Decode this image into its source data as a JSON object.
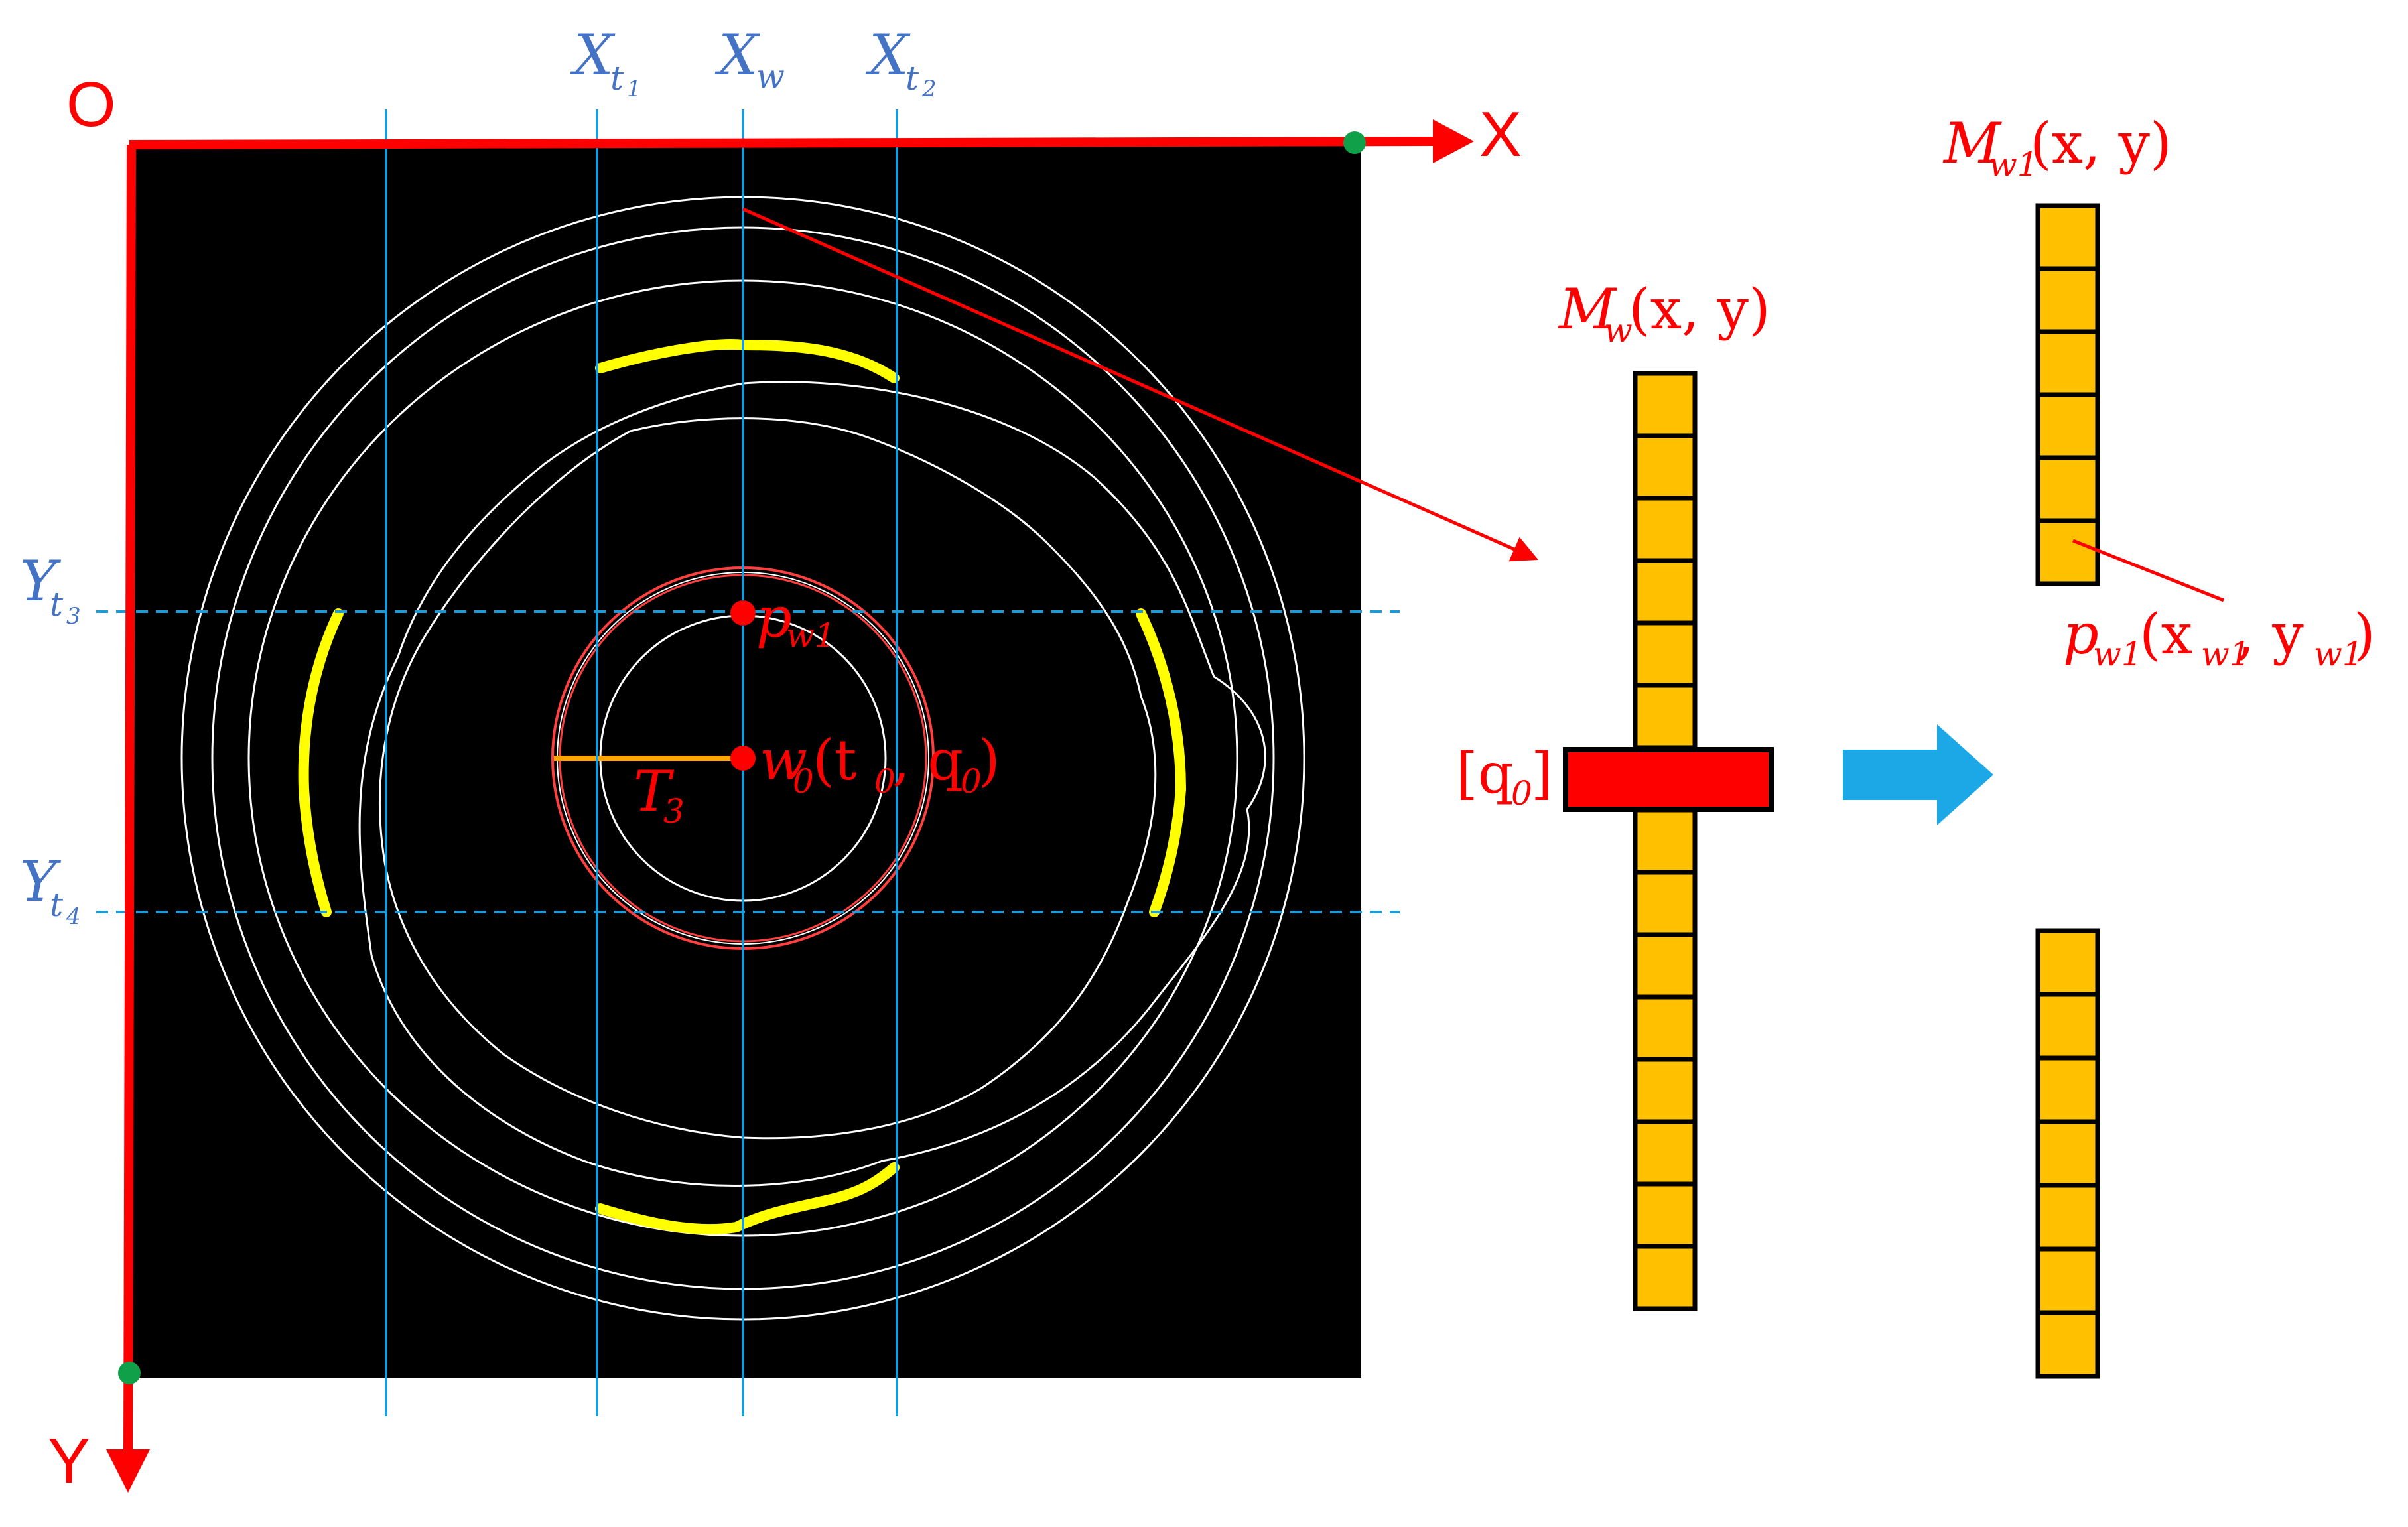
{
  "origin_label": "O",
  "x_axis_label": "X",
  "y_axis_label": "Y",
  "vlines": {
    "xt1": {
      "main": "X",
      "sub": "t",
      "subsub": "1"
    },
    "xw": {
      "main": "X",
      "sub": "w"
    },
    "xt2": {
      "main": "X",
      "sub": "t",
      "subsub": "2"
    }
  },
  "hlines": {
    "yt3": {
      "main": "Y",
      "sub": "t",
      "subsub": "3"
    },
    "yt4": {
      "main": "Y",
      "sub": "t",
      "subsub": "4"
    }
  },
  "points": {
    "pw1": {
      "main": "p",
      "sub": "w1"
    },
    "w0": {
      "text": "w",
      "sub": "0",
      "args": "(t",
      "arg1sub": "0",
      "comma": ", q",
      "arg2sub": "0",
      "close": ")"
    },
    "radius": {
      "main": "T",
      "sub": "3"
    }
  },
  "matrices": {
    "mw": {
      "main": "M",
      "sub": "w",
      "args": "(x, y)"
    },
    "mw1": {
      "main": "M",
      "sub": "w1",
      "args": "(x, y)"
    },
    "q0": {
      "open": "[q",
      "sub": "0",
      "close": "]"
    },
    "pw1_coords": {
      "main": "p",
      "sub": "w1",
      "open": "(x",
      "xsub": "w1",
      "comma": ", y",
      "ysub": "w1",
      "close": ")"
    }
  },
  "colors": {
    "axis": "#FF0000",
    "guide_lines": "#1E9BD7",
    "highlight_arcs": "#FFFF00",
    "matrix_cell": "#FFC000",
    "selected_row": "#FF0000",
    "arrow": "#1CA8E6",
    "point_marker_green": "#11A04A",
    "background": "#000000"
  }
}
